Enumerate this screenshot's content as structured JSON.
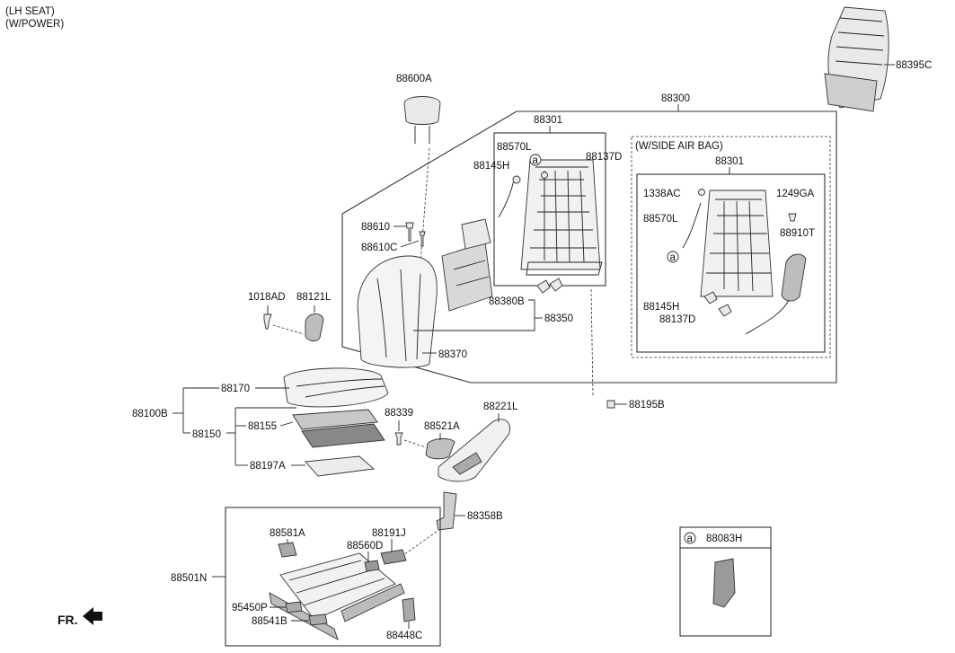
{
  "header": {
    "line1": "(LH SEAT)",
    "line2": "(W/POWER)"
  },
  "side_airbag_box_label": "(W/SIDE AIR BAG)",
  "legend": {
    "symbol": "a",
    "part": "88083H"
  },
  "fr_label": "FR.",
  "labels": {
    "p88600A": "88600A",
    "p88300": "88300",
    "p88301": "88301",
    "p88301b": "88301",
    "p88570L": "88570L",
    "p88570Lb": "88570L",
    "p88145H": "88145H",
    "p88145Hb": "88145H",
    "p88137D": "88137D",
    "p88137Db": "88137D",
    "p88395C": "88395C",
    "p1338AC": "1338AC",
    "p1249GA": "1249GA",
    "p88910T": "88910T",
    "p88610": "88610",
    "p88610C": "88610C",
    "p1018AD": "1018AD",
    "p88121L": "88121L",
    "p88380B": "88380B",
    "p88350": "88350",
    "p88370": "88370",
    "p88170": "88170",
    "p88100B": "88100B",
    "p88150": "88150",
    "p88155": "88155",
    "p88197A": "88197A",
    "p88339": "88339",
    "p88521A": "88521A",
    "p88221L": "88221L",
    "p88195B": "88195B",
    "p88358B": "88358B",
    "p88581A": "88581A",
    "p88191J": "88191J",
    "p88560D": "88560D",
    "p88501N": "88501N",
    "p95450P": "95450P",
    "p88541B": "88541B",
    "p88448C": "88448C"
  }
}
